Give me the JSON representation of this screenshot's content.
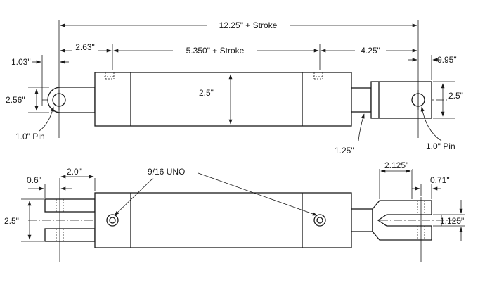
{
  "labels": {
    "overall_length": "12.25\" + Stroke",
    "rear_section": "2.63\"",
    "barrel_length": "5.350\" + Stroke",
    "front_section": "4.25\"",
    "rear_offset": "1.03\"",
    "front_offset": "0.95\"",
    "rear_eye_height": "2.56\"",
    "bore": "2.5\"",
    "rod_end_height": "2.5\"",
    "rear_pin": "1.0\" Pin",
    "front_pin": "1.0\" Pin",
    "rod_diameter": "1.25\"",
    "port": "9/16 UNO",
    "clevis_width": "0.6\"",
    "clevis_depth": "2.0\"",
    "clevis_height": "2.5\"",
    "rod_clevis_depth": "2.125\"",
    "rod_clevis_width": "0.71\"",
    "rod_clevis_gap": "1.125\""
  }
}
